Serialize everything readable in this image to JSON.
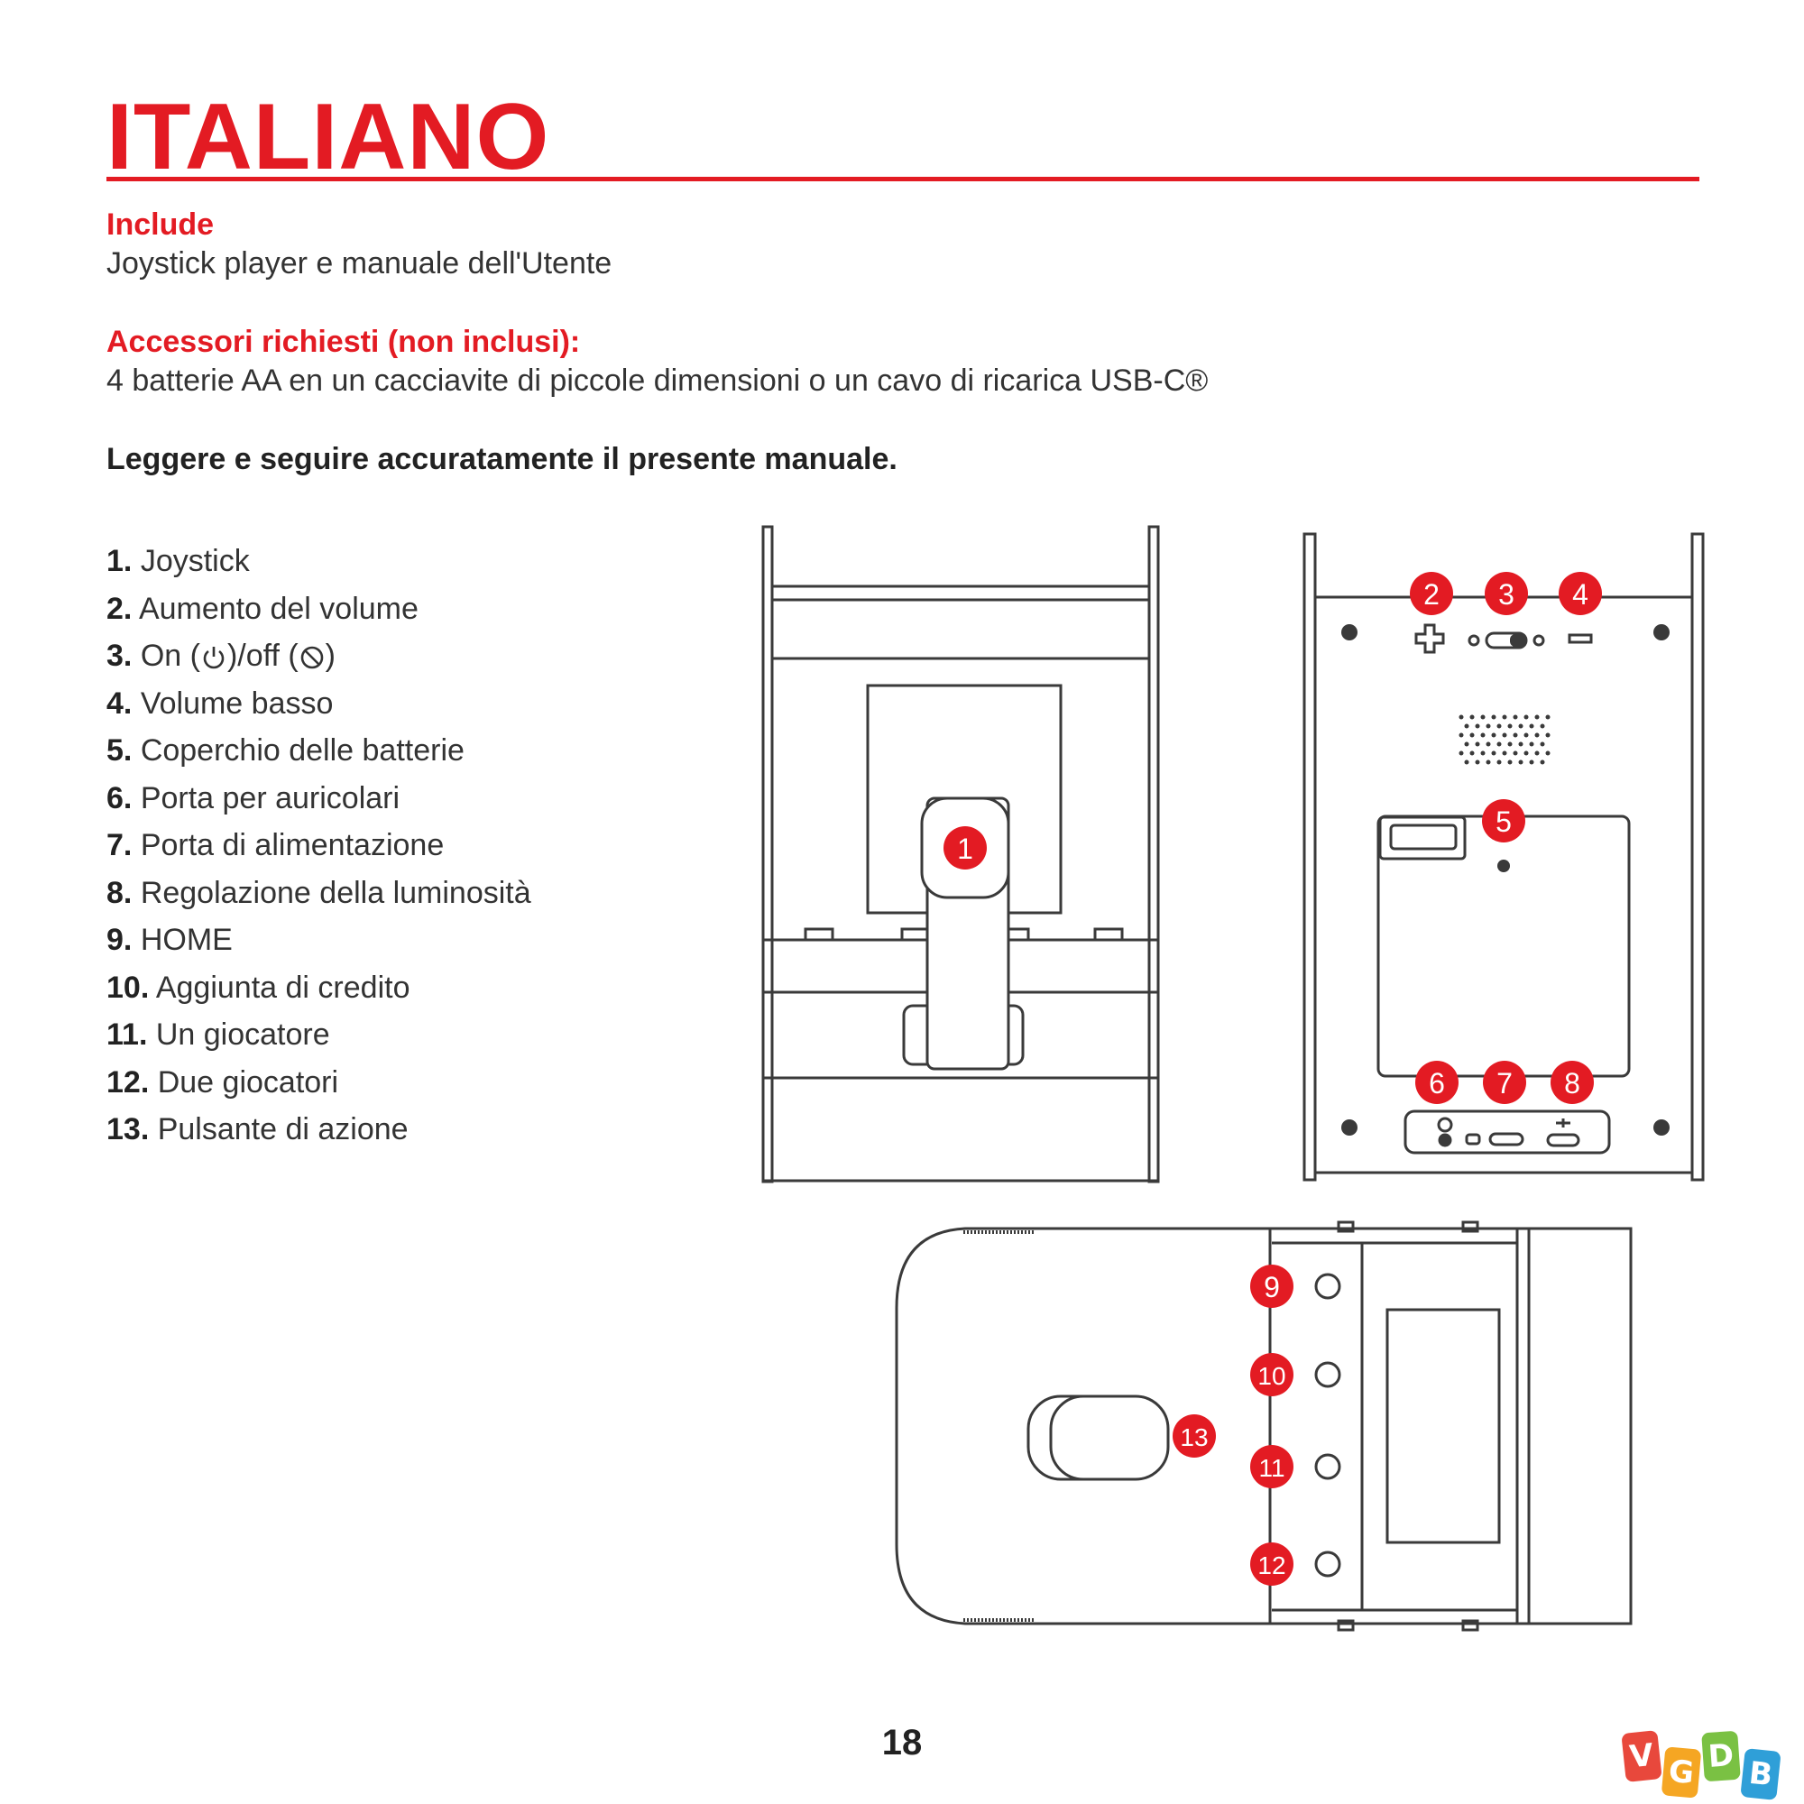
{
  "page_title": "ITALIANO",
  "include": {
    "heading": "Include",
    "text": "Joystick player e manuale dell'Utente"
  },
  "accessories": {
    "heading": "Accessori richiesti (non inclusi):",
    "text": "4 batterie AA en un cacciavite di piccole dimensioni o un cavo di ricarica USB-C®"
  },
  "instruction": "Leggere e seguire accuratamente il presente manuale.",
  "parts": [
    {
      "num": "1.",
      "label": "Joystick"
    },
    {
      "num": "2.",
      "label": "Aumento del volume"
    },
    {
      "num": "3.",
      "label_before": "On (",
      "label_middle": ")/off (",
      "label_after": ")"
    },
    {
      "num": "4.",
      "label": "Volume basso"
    },
    {
      "num": "5.",
      "label": "Coperchio delle batterie"
    },
    {
      "num": "6.",
      "label": "Porta per auricolari"
    },
    {
      "num": "7.",
      "label": "Porta di alimentazione"
    },
    {
      "num": "8.",
      "label": "Regolazione della luminosità"
    },
    {
      "num": "9.",
      "label": "HOME"
    },
    {
      "num": "10.",
      "label": "Aggiunta di credito"
    },
    {
      "num": "11.",
      "label": "Un giocatore"
    },
    {
      "num": "12.",
      "label": "Due giocatori"
    },
    {
      "num": "13.",
      "label": "Pulsante di azione"
    }
  ],
  "callouts": [
    "1",
    "2",
    "3",
    "4",
    "5",
    "6",
    "7",
    "8",
    "9",
    "10",
    "11",
    "12",
    "13"
  ],
  "icons": {
    "power": "power-icon",
    "off": "off-icon",
    "plus": "volume-up-icon",
    "minus": "volume-down-icon",
    "switch": "power-switch-icon",
    "headphone": "headphone-icon",
    "usb": "usb-c-icon",
    "brightness": "brightness-icon"
  },
  "colors": {
    "accent": "#e31b23",
    "text": "#333333",
    "line": "#3a3a3a"
  },
  "page_number": "18",
  "watermark": {
    "letters": [
      "V",
      "G",
      "D",
      "B"
    ],
    "colors": [
      "#e8483c",
      "#f5a623",
      "#7ac143",
      "#2f9fd8"
    ]
  }
}
